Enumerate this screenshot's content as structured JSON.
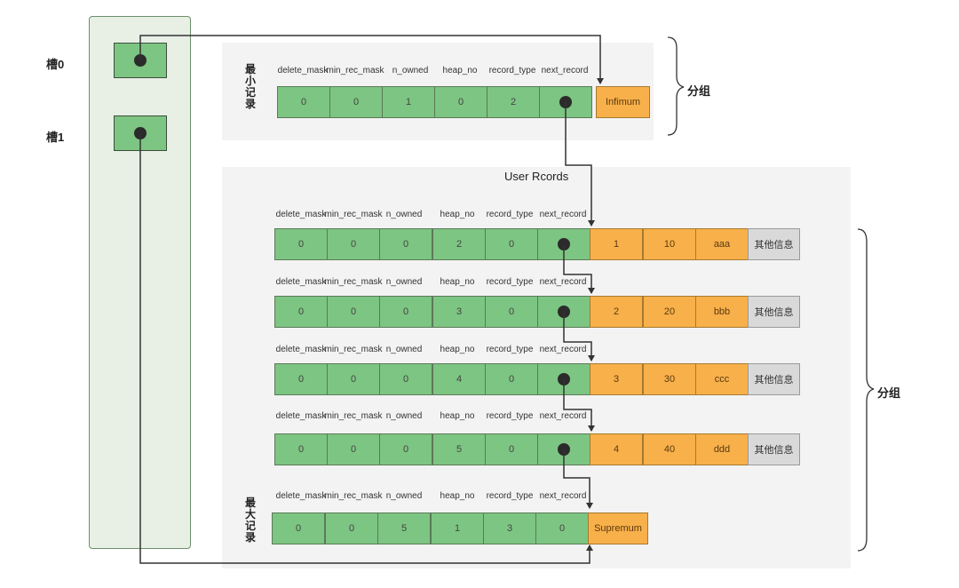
{
  "slots": [
    {
      "label": "槽0"
    },
    {
      "label": "槽1"
    }
  ],
  "headers": [
    "delete_mask",
    "min_rec_mask",
    "n_owned",
    "heap_no",
    "record_type",
    "next_record"
  ],
  "infimum": {
    "vertical_label": "最小记录",
    "values": [
      "0",
      "0",
      "1",
      "0",
      "2"
    ],
    "name": "Infimum"
  },
  "user_records": {
    "title": "User Rcords",
    "rows": [
      {
        "values": [
          "0",
          "0",
          "0",
          "2",
          "0"
        ],
        "data": [
          "1",
          "10",
          "aaa"
        ],
        "other": "其他信息"
      },
      {
        "values": [
          "0",
          "0",
          "0",
          "3",
          "0"
        ],
        "data": [
          "2",
          "20",
          "bbb"
        ],
        "other": "其他信息"
      },
      {
        "values": [
          "0",
          "0",
          "0",
          "4",
          "0"
        ],
        "data": [
          "3",
          "30",
          "ccc"
        ],
        "other": "其他信息"
      },
      {
        "values": [
          "0",
          "0",
          "0",
          "5",
          "0"
        ],
        "data": [
          "4",
          "40",
          "ddd"
        ],
        "other": "其他信息"
      }
    ]
  },
  "supremum": {
    "vertical_label": "最大记录",
    "values": [
      "0",
      "0",
      "5",
      "1",
      "3",
      "0"
    ],
    "name": "Supremum"
  },
  "groups": [
    {
      "label": "分组"
    },
    {
      "label": "分组"
    }
  ]
}
